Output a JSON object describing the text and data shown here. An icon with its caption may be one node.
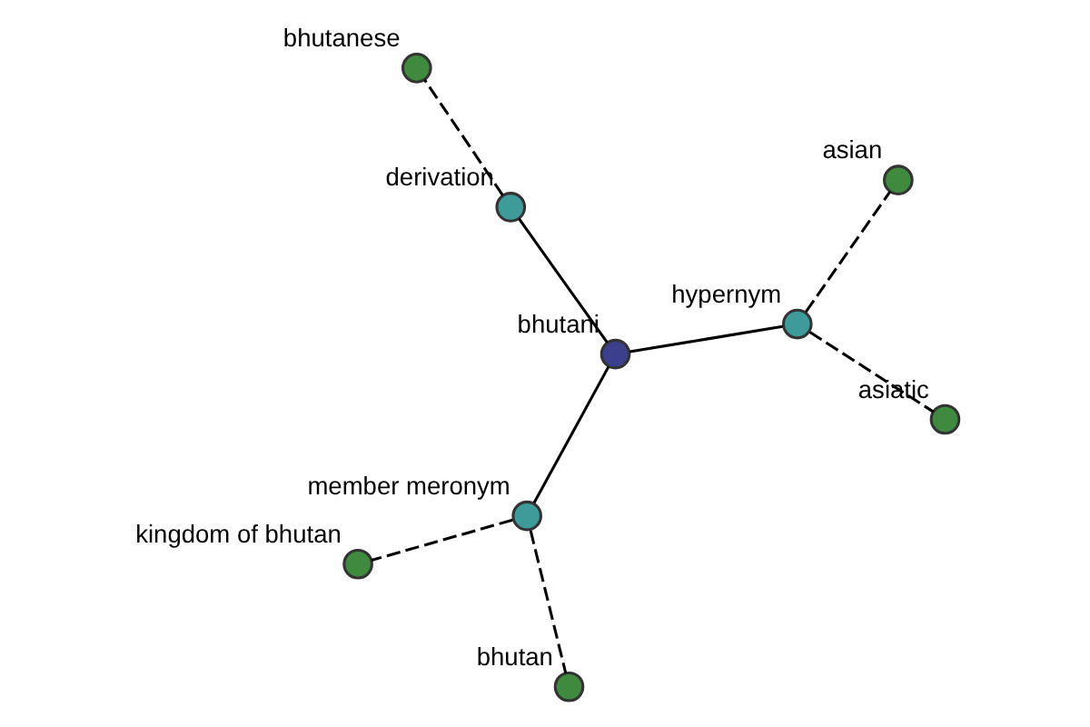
{
  "diagram": {
    "nodes": [
      {
        "text": [
          "kingdom of bhutan"
        ]
      },
      {
        "text": [
          "bhutan"
        ]
      },
      {
        "text": [
          "member meronym"
        ]
      },
      {
        "text": [
          "bhutanese"
        ]
      },
      {
        "text": [
          "derivation"
        ]
      },
      {
        "text": [
          "asian"
        ]
      },
      {
        "text": [
          "bhutani"
        ]
      },
      {
        "text": [
          "hypernym"
        ]
      },
      {
        "text": [
          "asiatic"
        ]
      }
    ],
    "edges": [
      {
        "from": 6,
        "to": 2,
        "arrow": "none"
      },
      {
        "from": 2,
        "to": 0,
        "arrow": "none",
        "style": "dashed"
      },
      {
        "from": 2,
        "to": 1,
        "arrow": "none",
        "style": "dashed"
      },
      {
        "from": 6,
        "to": 4,
        "arrow": "none"
      },
      {
        "from": 4,
        "to": 3,
        "arrow": "none",
        "style": "dashed"
      },
      {
        "from": 6,
        "to": 7,
        "arrow": "none"
      },
      {
        "from": 7,
        "to": 5,
        "arrow": "none",
        "style": "dashed"
      },
      {
        "from": 7,
        "to": 8,
        "arrow": "none",
        "style": "dashed"
      }
    ]
  }
}
